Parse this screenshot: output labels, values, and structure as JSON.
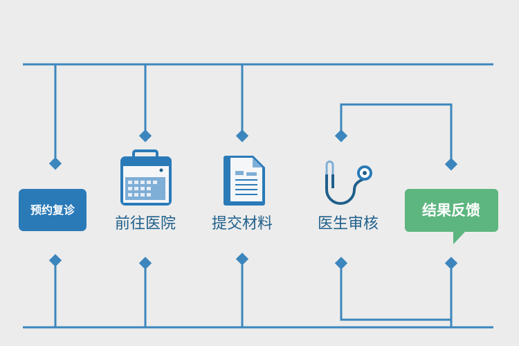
{
  "steps": [
    {
      "label": "预约复诊",
      "icon": "badge-box"
    },
    {
      "label": "前往医院",
      "icon": "calendar-icon"
    },
    {
      "label": "提交材料",
      "icon": "document-icon"
    },
    {
      "label": "医生审核",
      "icon": "stethoscope-icon"
    },
    {
      "label": "结果反馈",
      "icon": "speech-bubble"
    }
  ],
  "colors": {
    "line": "#3c86bd",
    "primary": "#2a7ab8",
    "text": "#1f5f8b",
    "feedback": "#5db57f",
    "background": "#ececec"
  }
}
